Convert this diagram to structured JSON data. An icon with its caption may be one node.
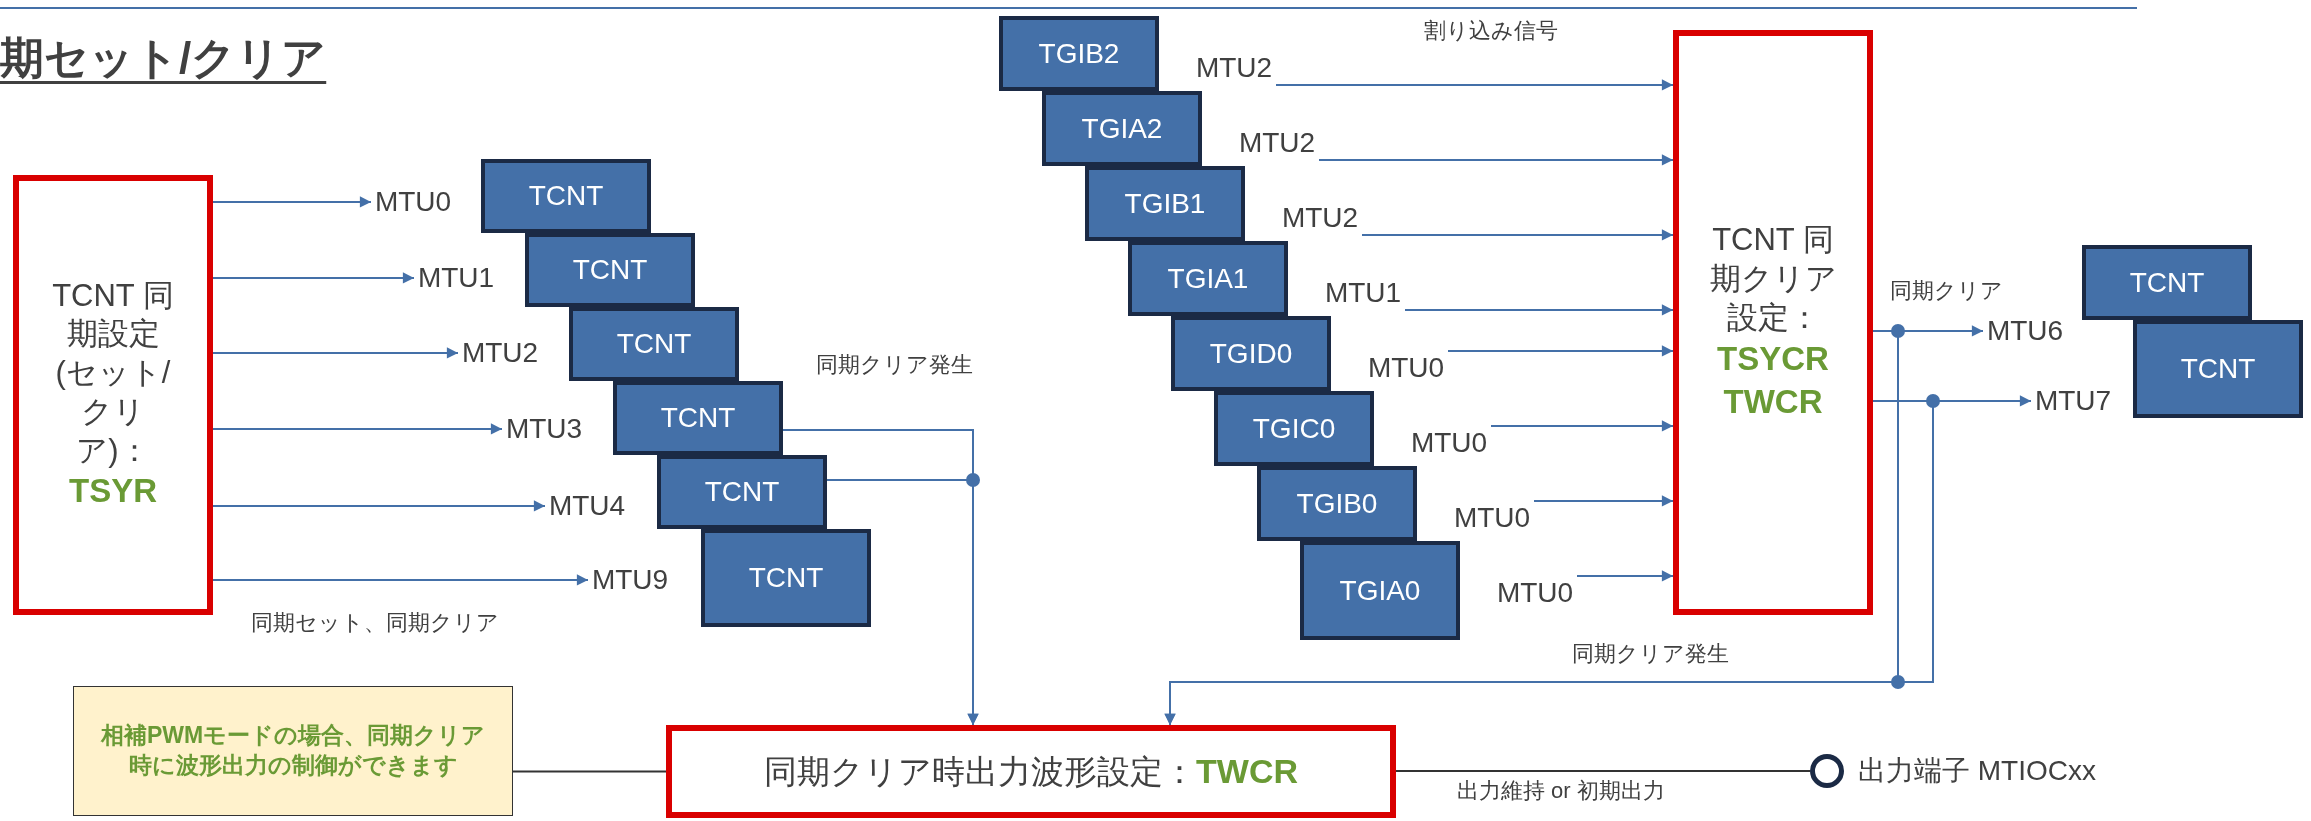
{
  "diagram": {
    "title": "期セット/クリア",
    "nodes": [
      {
        "text": [
          "TCNT 同期設定(セット/クリア)：",
          "TSYR"
        ]
      },
      {
        "text": [
          "MTU0"
        ]
      },
      {
        "text": [
          "MTU1"
        ]
      },
      {
        "text": [
          "MTU2"
        ]
      },
      {
        "text": [
          "MTU3"
        ]
      },
      {
        "text": [
          "MTU4"
        ]
      },
      {
        "text": [
          "MTU9"
        ]
      },
      {
        "text": [
          "TCNT"
        ]
      },
      {
        "text": [
          "TCNT"
        ]
      },
      {
        "text": [
          "TCNT"
        ]
      },
      {
        "text": [
          "TCNT"
        ]
      },
      {
        "text": [
          "TCNT"
        ]
      },
      {
        "text": [
          "TCNT"
        ]
      },
      {
        "text": [
          "TGIB2"
        ]
      },
      {
        "text": [
          "TGIA2"
        ]
      },
      {
        "text": [
          "TGIB1"
        ]
      },
      {
        "text": [
          "TGIA1"
        ]
      },
      {
        "text": [
          "TGID0"
        ]
      },
      {
        "text": [
          "TGIC0"
        ]
      },
      {
        "text": [
          "TGIB0"
        ]
      },
      {
        "text": [
          "TGIA0"
        ]
      },
      {
        "text": [
          "MTU2"
        ]
      },
      {
        "text": [
          "MTU2"
        ]
      },
      {
        "text": [
          "MTU2"
        ]
      },
      {
        "text": [
          "MTU1"
        ]
      },
      {
        "text": [
          "MTU0"
        ]
      },
      {
        "text": [
          "MTU0"
        ]
      },
      {
        "text": [
          "MTU0"
        ]
      },
      {
        "text": [
          "MTU0"
        ]
      },
      {
        "text": [
          "TCNT 同期クリア設定：",
          "TSYCR",
          "TWCR"
        ]
      },
      {
        "text": [
          "MTU6"
        ]
      },
      {
        "text": [
          "MTU7"
        ]
      },
      {
        "text": [
          "TCNT"
        ]
      },
      {
        "text": [
          "TCNT"
        ]
      },
      {
        "text": [
          "相補PWMモードの場合、同期クリア時に波形出力の制御ができます"
        ]
      },
      {
        "text": [
          "同期クリア時出力波形設定：",
          "TWCR"
        ]
      },
      {
        "text": [],
        "shape": "circle",
        "beside": [
          "出力端子 MTIOCxx"
        ]
      }
    ],
    "edges": [
      {
        "from": 0,
        "to": 1,
        "arrow": "to"
      },
      {
        "from": 0,
        "to": 2,
        "arrow": "to"
      },
      {
        "from": 0,
        "to": 3,
        "arrow": "to"
      },
      {
        "from": 0,
        "to": 4,
        "arrow": "to"
      },
      {
        "from": 0,
        "to": 5,
        "arrow": "to"
      },
      {
        "from": 0,
        "to": 6,
        "arrow": "to"
      },
      {
        "from": 21,
        "to": 29,
        "arrow": "to"
      },
      {
        "from": 22,
        "to": 29,
        "arrow": "to"
      },
      {
        "from": 23,
        "to": 29,
        "arrow": "to"
      },
      {
        "from": 24,
        "to": 29,
        "arrow": "to"
      },
      {
        "from": 25,
        "to": 29,
        "arrow": "to"
      },
      {
        "from": 26,
        "to": 29,
        "arrow": "to"
      },
      {
        "from": 27,
        "to": 29,
        "arrow": "to"
      },
      {
        "from": 28,
        "to": 29,
        "arrow": "to"
      },
      {
        "from": 29,
        "to": 30,
        "arrow": "to",
        "label": "同期クリア"
      },
      {
        "from": 29,
        "to": 31,
        "arrow": "to"
      },
      {
        "from": 10,
        "to": 35,
        "arrow": "to",
        "label": "同期クリア発生"
      },
      {
        "from": 11,
        "to": 35,
        "arrow": "to"
      },
      {
        "from": 29,
        "to": 35,
        "arrow": "to",
        "label": "同期クリア発生"
      },
      {
        "from": 29,
        "to": 35,
        "arrow": "to"
      },
      {
        "from": 34,
        "to": 35,
        "arrow": "none",
        "color": "#333333"
      },
      {
        "from": 35,
        "to": 36,
        "arrow": "none",
        "label": "出力維持 or 初期出力",
        "color": "#333333"
      }
    ],
    "labels": [
      "同期セット、同期クリア",
      "割り込み信号"
    ]
  }
}
